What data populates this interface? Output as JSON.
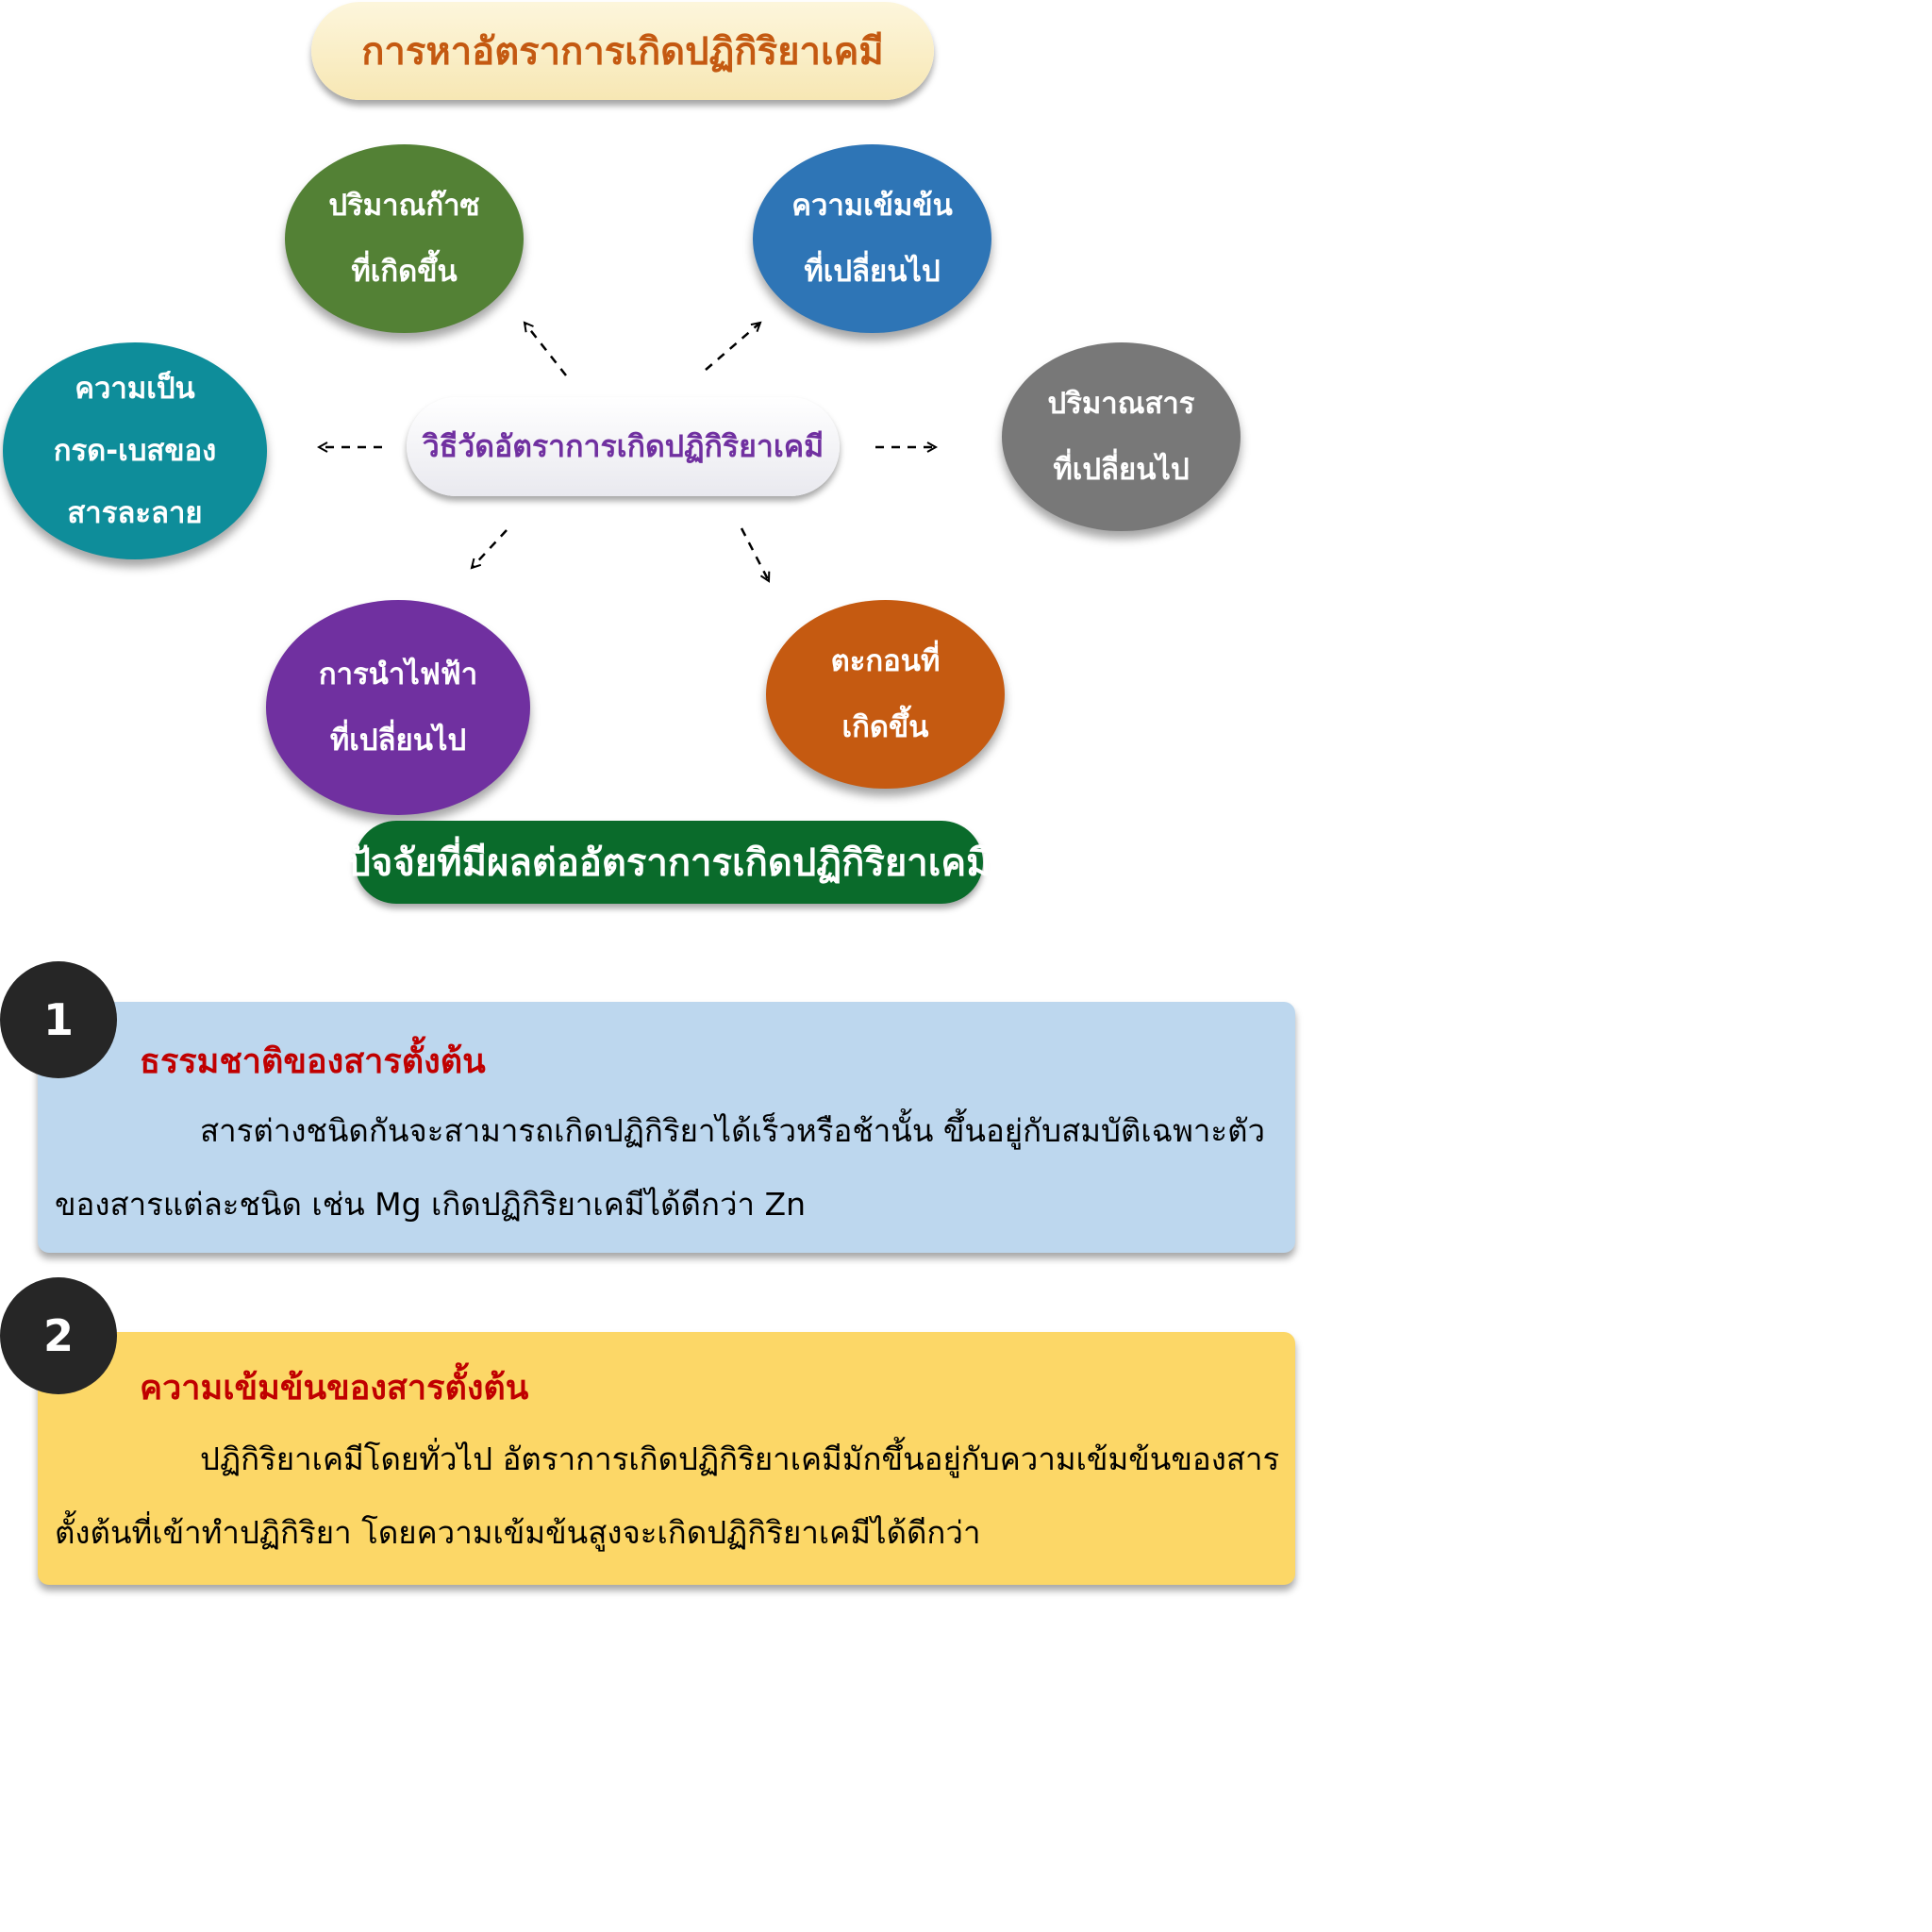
{
  "title": "การหาอัตราการเกิดปฏิกิริยาเคมี",
  "center": "วิธีวัดอัตราการเกิดปฏิกิริยาเคมี",
  "bubbles": {
    "gas": [
      "ปริมาณก๊าซ",
      "ที่เกิดขึ้น"
    ],
    "concentration": [
      "ความเข้มข้น",
      "ที่เปลี่ยนไป"
    ],
    "acid_base": [
      "ความเป็น",
      "กรด-เบสของ",
      "สารละลาย"
    ],
    "substance": [
      "ปริมาณสาร",
      "ที่เปลี่ยนไป"
    ],
    "conductivity": [
      "การนำไฟฟ้า",
      "ที่เปลี่ยนไป"
    ],
    "precipitate": [
      "ตะกอนที่",
      "เกิดขึ้น"
    ]
  },
  "factors_title": "ปัจจัยที่มีผลต่ออัตราการเกิดปฏิกิริยาเคมี",
  "factors": [
    {
      "number": "1",
      "heading": "ธรรมชาติของสารตั้งต้น",
      "line1": "สารต่างชนิดกันจะสามารถเกิดปฏิกิริยาได้เร็วหรือช้านั้น  ขึ้นอยู่กับสมบัติเฉพาะตัว",
      "line2": "ของสารแต่ละชนิด  เช่น  Mg  เกิดปฏิกิริยาเคมีได้ดีกว่า  Zn"
    },
    {
      "number": "2",
      "heading": "ความเข้มข้นของสารตั้งต้น",
      "line1": "ปฏิกิริยาเคมีโดยทั่วไป  อัตราการเกิดปฏิกิริยาเคมีมักขึ้นอยู่กับความเข้มข้นของสาร",
      "line2": "ตั้งต้นที่เข้าทำปฏิกิริยา  โดยความเข้มข้นสูงจะเกิดปฏิกิริยาเคมีได้ดีกว่า"
    }
  ],
  "colors": {
    "title_text": "#c45911",
    "center_text": "#7030a0",
    "gas": "#538135",
    "concentration": "#2e75b6",
    "acid_base": "#0e8d9a",
    "substance": "#787878",
    "conductivity": "#7030a0",
    "precipitate": "#c55a11",
    "factors_pill": "#0a6b2b",
    "box1": "#bdd7ee",
    "box2": "#fcd767",
    "heading": "#c00000"
  }
}
